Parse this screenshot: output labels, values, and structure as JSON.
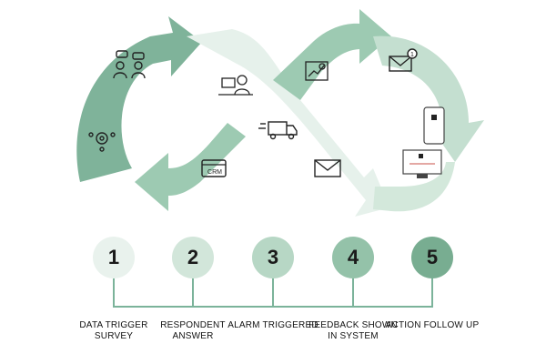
{
  "steps": [
    {
      "number": "1",
      "label": "DATA TRIGGER SURVEY",
      "color": "#e9f2ed"
    },
    {
      "number": "2",
      "label": "RESPONDENT ANSWER",
      "color": "#d2e6da"
    },
    {
      "number": "3",
      "label": "ALARM TRIGGERED",
      "color": "#b7d7c5"
    },
    {
      "number": "4",
      "label": "FEEDBACK SHOWN IN SYSTEM",
      "color": "#94c2a9"
    },
    {
      "number": "5",
      "label": "ACTION FOLLOW UP",
      "color": "#78ad91"
    }
  ],
  "icons": {
    "crm_text": "CRM",
    "email_badge": "1"
  },
  "colors": {
    "dark_green": "#7fb39a",
    "mid_green": "#9dcab2",
    "light_green": "#c4dfd0",
    "pale_green": "#e6f1eb",
    "connector": "#7bb39a"
  }
}
